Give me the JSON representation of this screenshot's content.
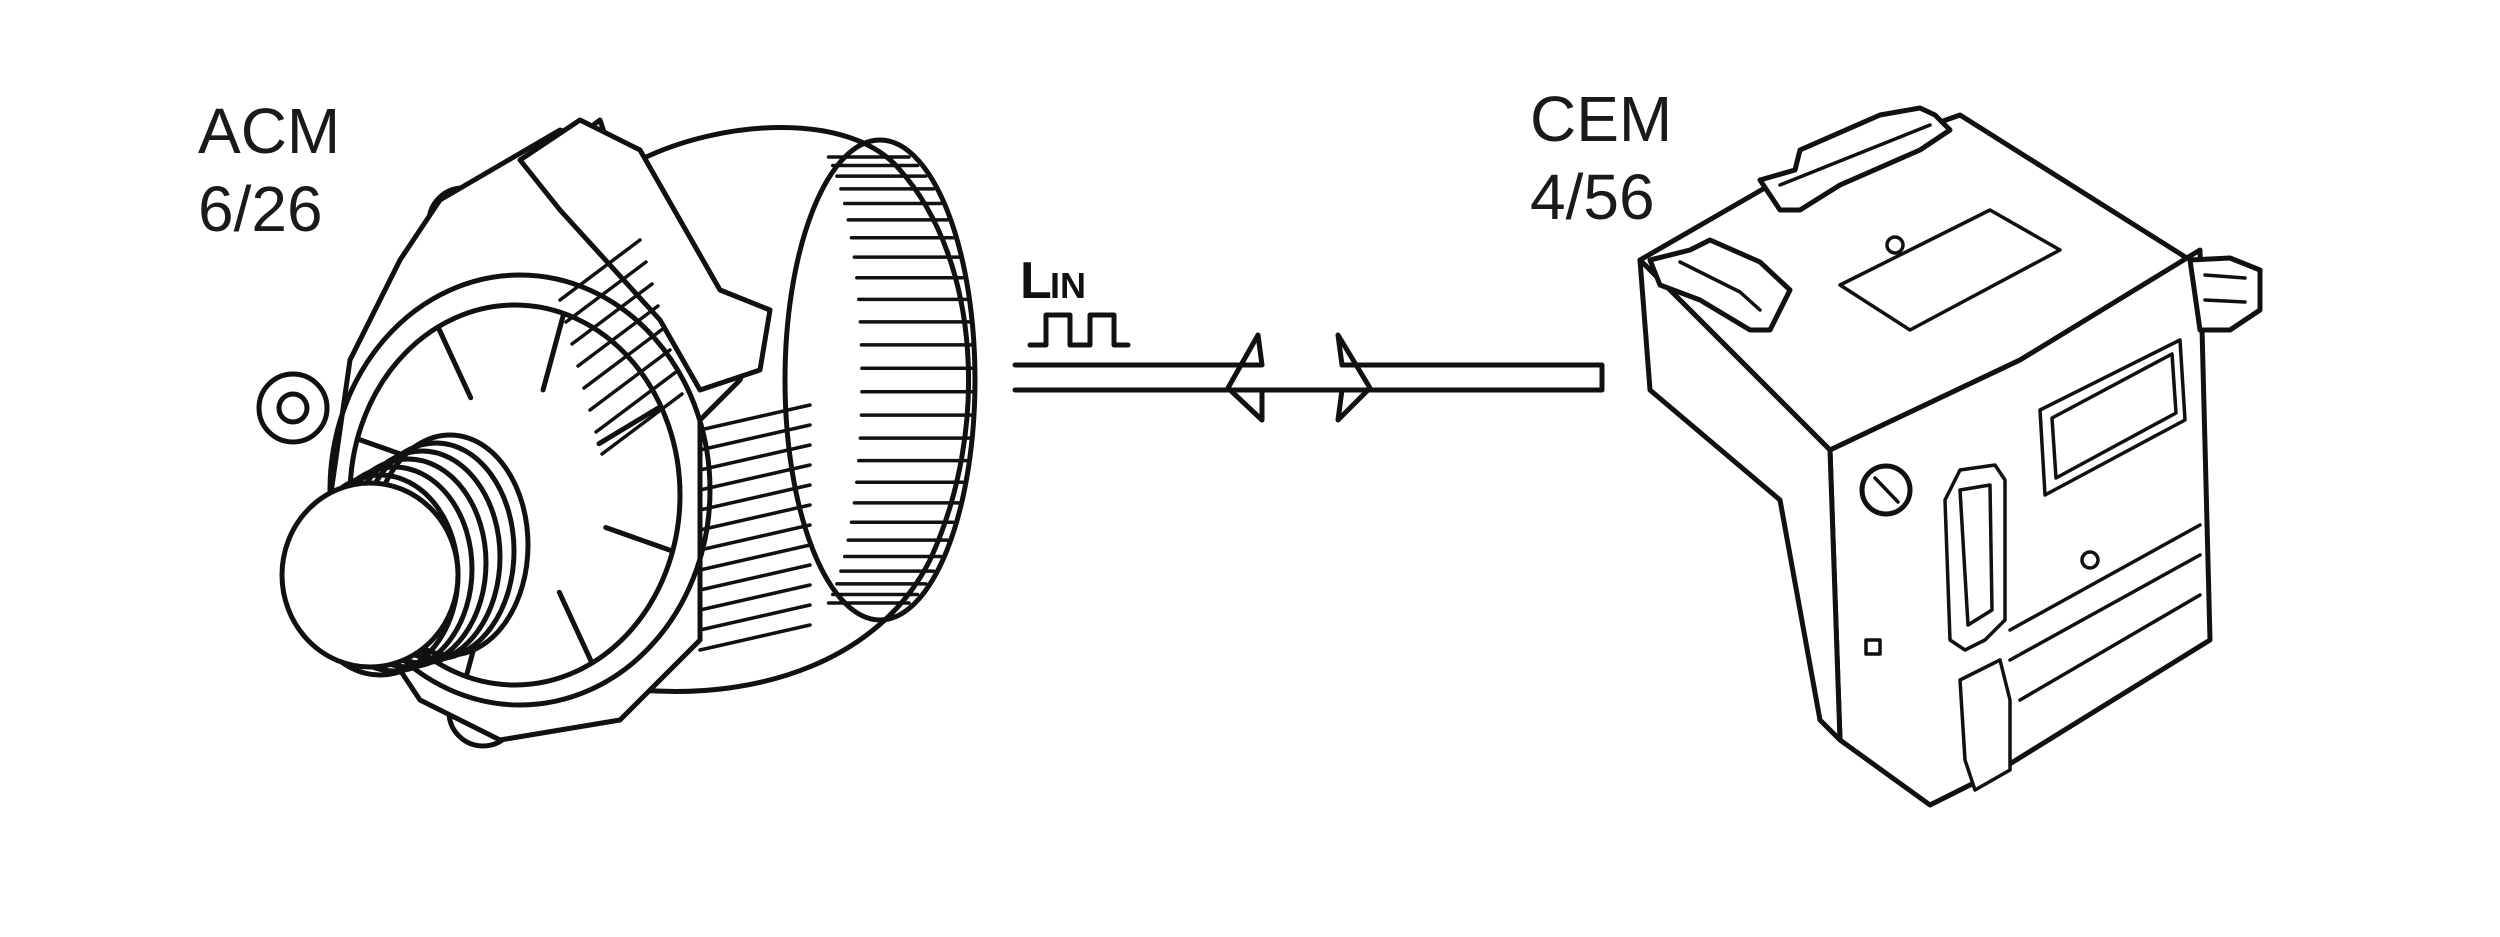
{
  "acm": {
    "name": "ACM",
    "pin": "6/26"
  },
  "cem": {
    "name": "CEM",
    "pin": "4/56"
  },
  "bus": {
    "name": "LIN",
    "cap": "L",
    "small": "IN"
  },
  "colors": {
    "line": "#111111",
    "background": "#ffffff"
  }
}
